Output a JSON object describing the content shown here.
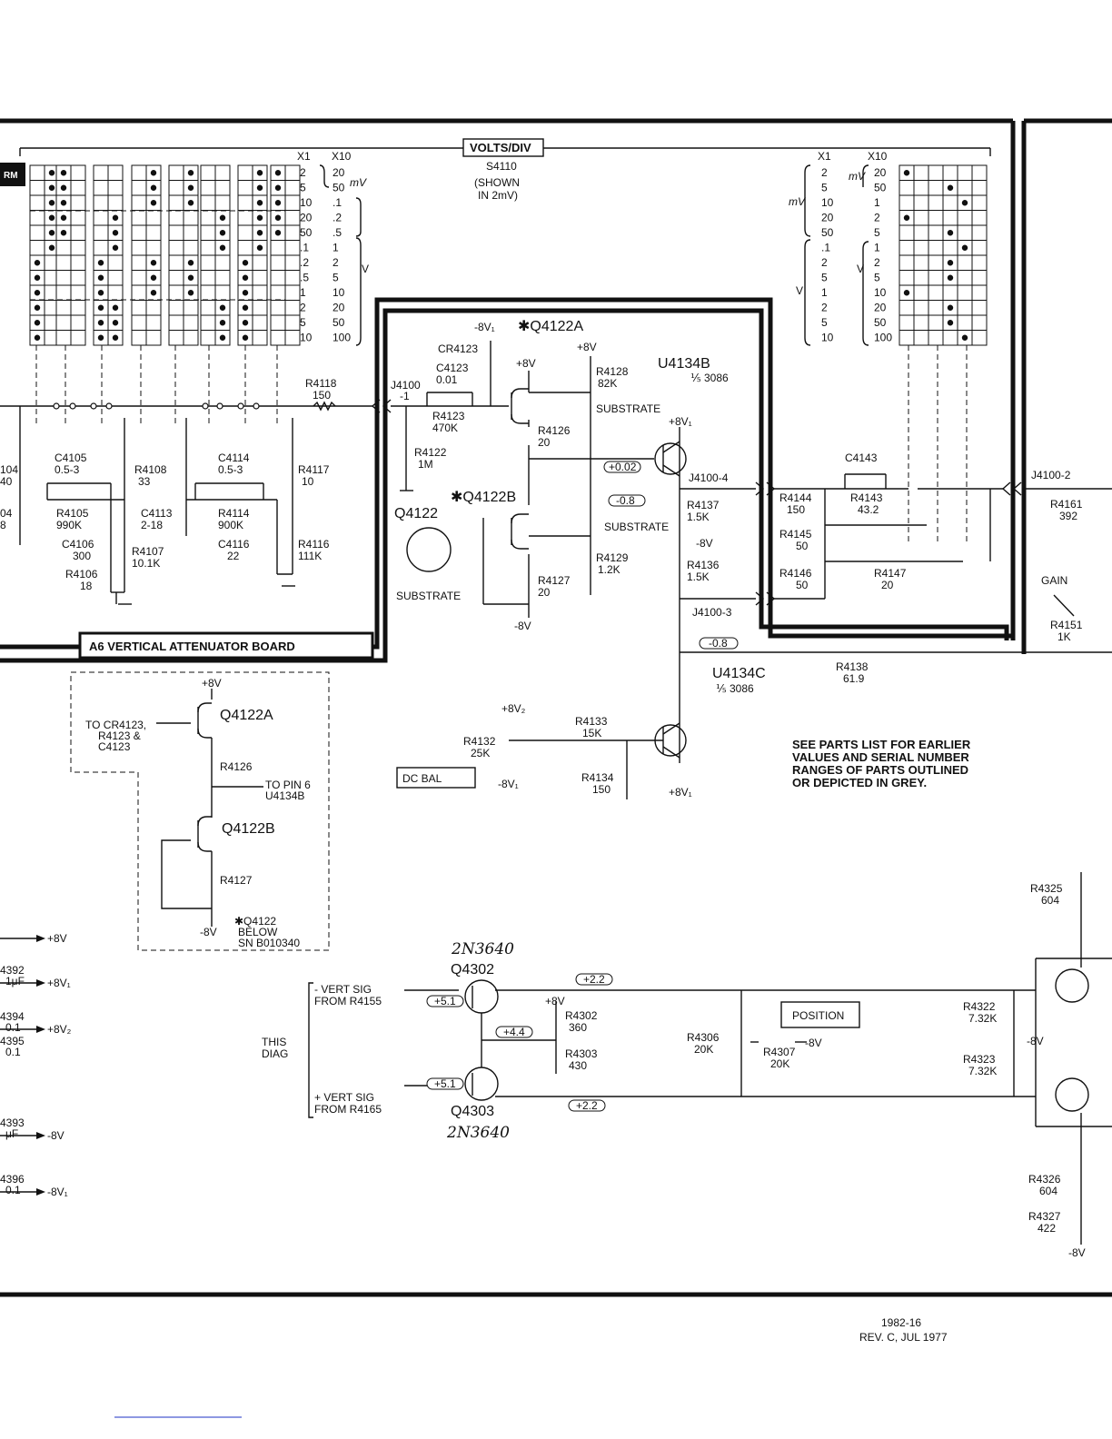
{
  "board_title": "A6 VERTICAL ATTENUATOR BOARD",
  "tab_label": "RM",
  "switch": {
    "header": "VOLTS/DIV",
    "ref": "S4110",
    "shown_line1": "(SHOWN",
    "shown_line2": "IN 2mV)",
    "col_x1": "X1",
    "col_x10": "X10",
    "unit_mv": "mV",
    "unit_v": "V",
    "left_x1": [
      "2",
      "5",
      "10",
      "20",
      "50",
      ".1",
      ".2",
      ".5",
      "1",
      "2",
      "5",
      "10"
    ],
    "left_x10": [
      "20",
      "50",
      ".1",
      ".2",
      ".5",
      "1",
      "2",
      "5",
      "10",
      "20",
      "50",
      "100"
    ],
    "right_x1": [
      "2",
      "5",
      "10",
      "20",
      "50",
      ".1",
      "2",
      "5",
      "1",
      "2",
      "5",
      "10"
    ],
    "right_x10": [
      "20",
      "50",
      "1",
      "2",
      "5",
      "1",
      "2",
      "5",
      "10",
      "20",
      "50",
      "100"
    ]
  },
  "left_components": [
    {
      "ref": "R4118",
      "val": "150"
    },
    {
      "ref": "C4105",
      "val": "0.5-3"
    },
    {
      "ref": "R4105",
      "val": "990K"
    },
    {
      "ref": "R4108",
      "val": "33"
    },
    {
      "ref": "C4114",
      "val": "0.5-3"
    },
    {
      "ref": "R4114",
      "val": "900K"
    },
    {
      "ref": "R4117",
      "val": "10"
    },
    {
      "ref": "C4113",
      "val": "2-18"
    },
    {
      "ref": "C4106",
      "val": "300"
    },
    {
      "ref": "R4107",
      "val": "10.1K"
    },
    {
      "ref": "C4116",
      "val": "22"
    },
    {
      "ref": "R4116",
      "val": "111K"
    },
    {
      "ref": "R4106",
      "val": "18"
    }
  ],
  "edge_fragments": [
    "104",
    "40",
    "04",
    "8"
  ],
  "preamp": {
    "neg8v1": "-8V₁",
    "q4122a": "✱Q4122A",
    "q4122b": "✱Q4122B",
    "cr4123": "CR4123",
    "c4123_ref": "C4123",
    "c4123_val": "0.01",
    "plus8v_a": "+8V",
    "plus8v_b": "+8V",
    "r4128_ref": "R4128",
    "r4128_val": "82K",
    "u4134b": "U4134B",
    "u4134b_sub": "⅕ 3086",
    "j4100_1": "J4100",
    "j4100_1b": "-1",
    "r4123_ref": "R4123",
    "r4123_val": "470K",
    "substrate1": "SUBSTRATE",
    "plus8v1": "+8V₁",
    "r4126_ref": "R4126",
    "r4126_val": "20",
    "r4122_ref": "R4122",
    "r4122_val": "1M",
    "v_002": "+0.02",
    "j4100_4": "J4100-4",
    "q4122": "Q4122",
    "v_neg08a": "-0.8",
    "substrate2": "SUBSTRATE",
    "r4137_ref": "R4137",
    "r4137_val": "1.5K",
    "neg8v_mid": "-8V",
    "r4129_ref": "R4129",
    "r4129_val": "1.2K",
    "r4136_ref": "R4136",
    "r4136_val": "1.5K",
    "r4127_ref": "R4127",
    "r4127_val": "20",
    "substrate3": "SUBSTRATE",
    "j4100_3": "J4100-3",
    "neg8v_bot": "-8V",
    "v_neg08b": "-0.8",
    "r4138_ref": "R4138",
    "r4138_val": "61.9",
    "u4134c": "U4134C",
    "u4134c_sub": "⅕ 3086",
    "plus8v2": "+8V₂",
    "r4133_ref": "R4133",
    "r4133_val": "15K",
    "r4132_ref": "R4132",
    "r4132_val": "25K",
    "dc_bal": "DC BAL",
    "neg8v1_b": "-8V₁",
    "r4134_ref": "R4134",
    "r4134_val": "150",
    "plus8v1_b": "+8V₁"
  },
  "right_section": {
    "c4143": "C4143",
    "j4100_2": "J4100-2",
    "r4144_ref": "R4144",
    "r4144_val": "150",
    "r4143_ref": "R4143",
    "r4143_val": "43.2",
    "r4145_ref": "R4145",
    "r4145_val": "50",
    "r4146_ref": "R4146",
    "r4146_val": "50",
    "r4147_ref": "R4147",
    "r4147_val": "20",
    "r4161_ref": "R4161",
    "r4161_val": "392",
    "gain": "GAIN",
    "r4151_ref": "R4151",
    "r4151_val": "1K"
  },
  "inset": {
    "plus8v": "+8V",
    "q4122a": "Q4122A",
    "q4122b": "Q4122B",
    "to_cr": "TO CR4123,",
    "to_cr2": "R4123 &",
    "to_cr3": "C4123",
    "r4126": "R4126",
    "to_pin": "TO PIN 6",
    "to_pin2": "U4134B",
    "r4127": "R4127",
    "neg8v": "-8V",
    "note1": "✱Q4122",
    "note2": "BELOW",
    "note3": "SN B010340"
  },
  "note": [
    "SEE PARTS LIST FOR EARLIER",
    "VALUES AND SERIAL NUMBER",
    "RANGES OF PARTS OUTLINED",
    "OR DEPICTED IN GREY."
  ],
  "supply_list": [
    {
      "ref": "",
      "val": "",
      "rail": "+8V"
    },
    {
      "ref": "4392",
      "val": "1μF",
      "rail": "+8V₁"
    },
    {
      "ref": "4394",
      "val": "0.1",
      "rail": "+8V₂"
    },
    {
      "ref": "4395",
      "val": "0.1",
      "rail": ""
    },
    {
      "ref": "4393",
      "val": "μF",
      "rail": "-8V"
    },
    {
      "ref": "4396",
      "val": "0.1",
      "rail": "-8V₁"
    }
  ],
  "output_stage": {
    "hand_top": "2N3640",
    "q4302": "Q4302",
    "q4303": "Q4303",
    "hand_bot": "2N3640",
    "neg_sig1": "- VERT SIG",
    "neg_sig2": "FROM R4155",
    "pos_sig1": "+ VERT SIG",
    "pos_sig2": "FROM R4165",
    "this1": "THIS",
    "this2": "DIAG",
    "v_51a": "+5.1",
    "v_51b": "+5.1",
    "v_44": "+4.4",
    "v_22a": "+2.2",
    "v_22b": "+2.2",
    "plus8v": "+8V",
    "r4302_ref": "R4302",
    "r4302_val": "360",
    "r4303_ref": "R4303",
    "r4303_val": "430",
    "position": "POSITION",
    "r4306_ref": "R4306",
    "r4306_val": "20K",
    "r4307_ref": "R4307",
    "r4307_val": "20K",
    "neg8v_pos": "-8V",
    "r4322_ref": "R4322",
    "r4322_val": "7.32K",
    "r4323_ref": "R4323",
    "r4323_val": "7.32K",
    "neg8v_r": "-8V",
    "r4325_ref": "R4325",
    "r4325_val": "604",
    "r4326_ref": "R4326",
    "r4326_val": "604",
    "r4327_ref": "R4327",
    "r4327_val": "422",
    "neg8v_end": "-8V"
  },
  "footer": {
    "code": "1982-16",
    "rev": "REV. C, JUL 1977"
  }
}
